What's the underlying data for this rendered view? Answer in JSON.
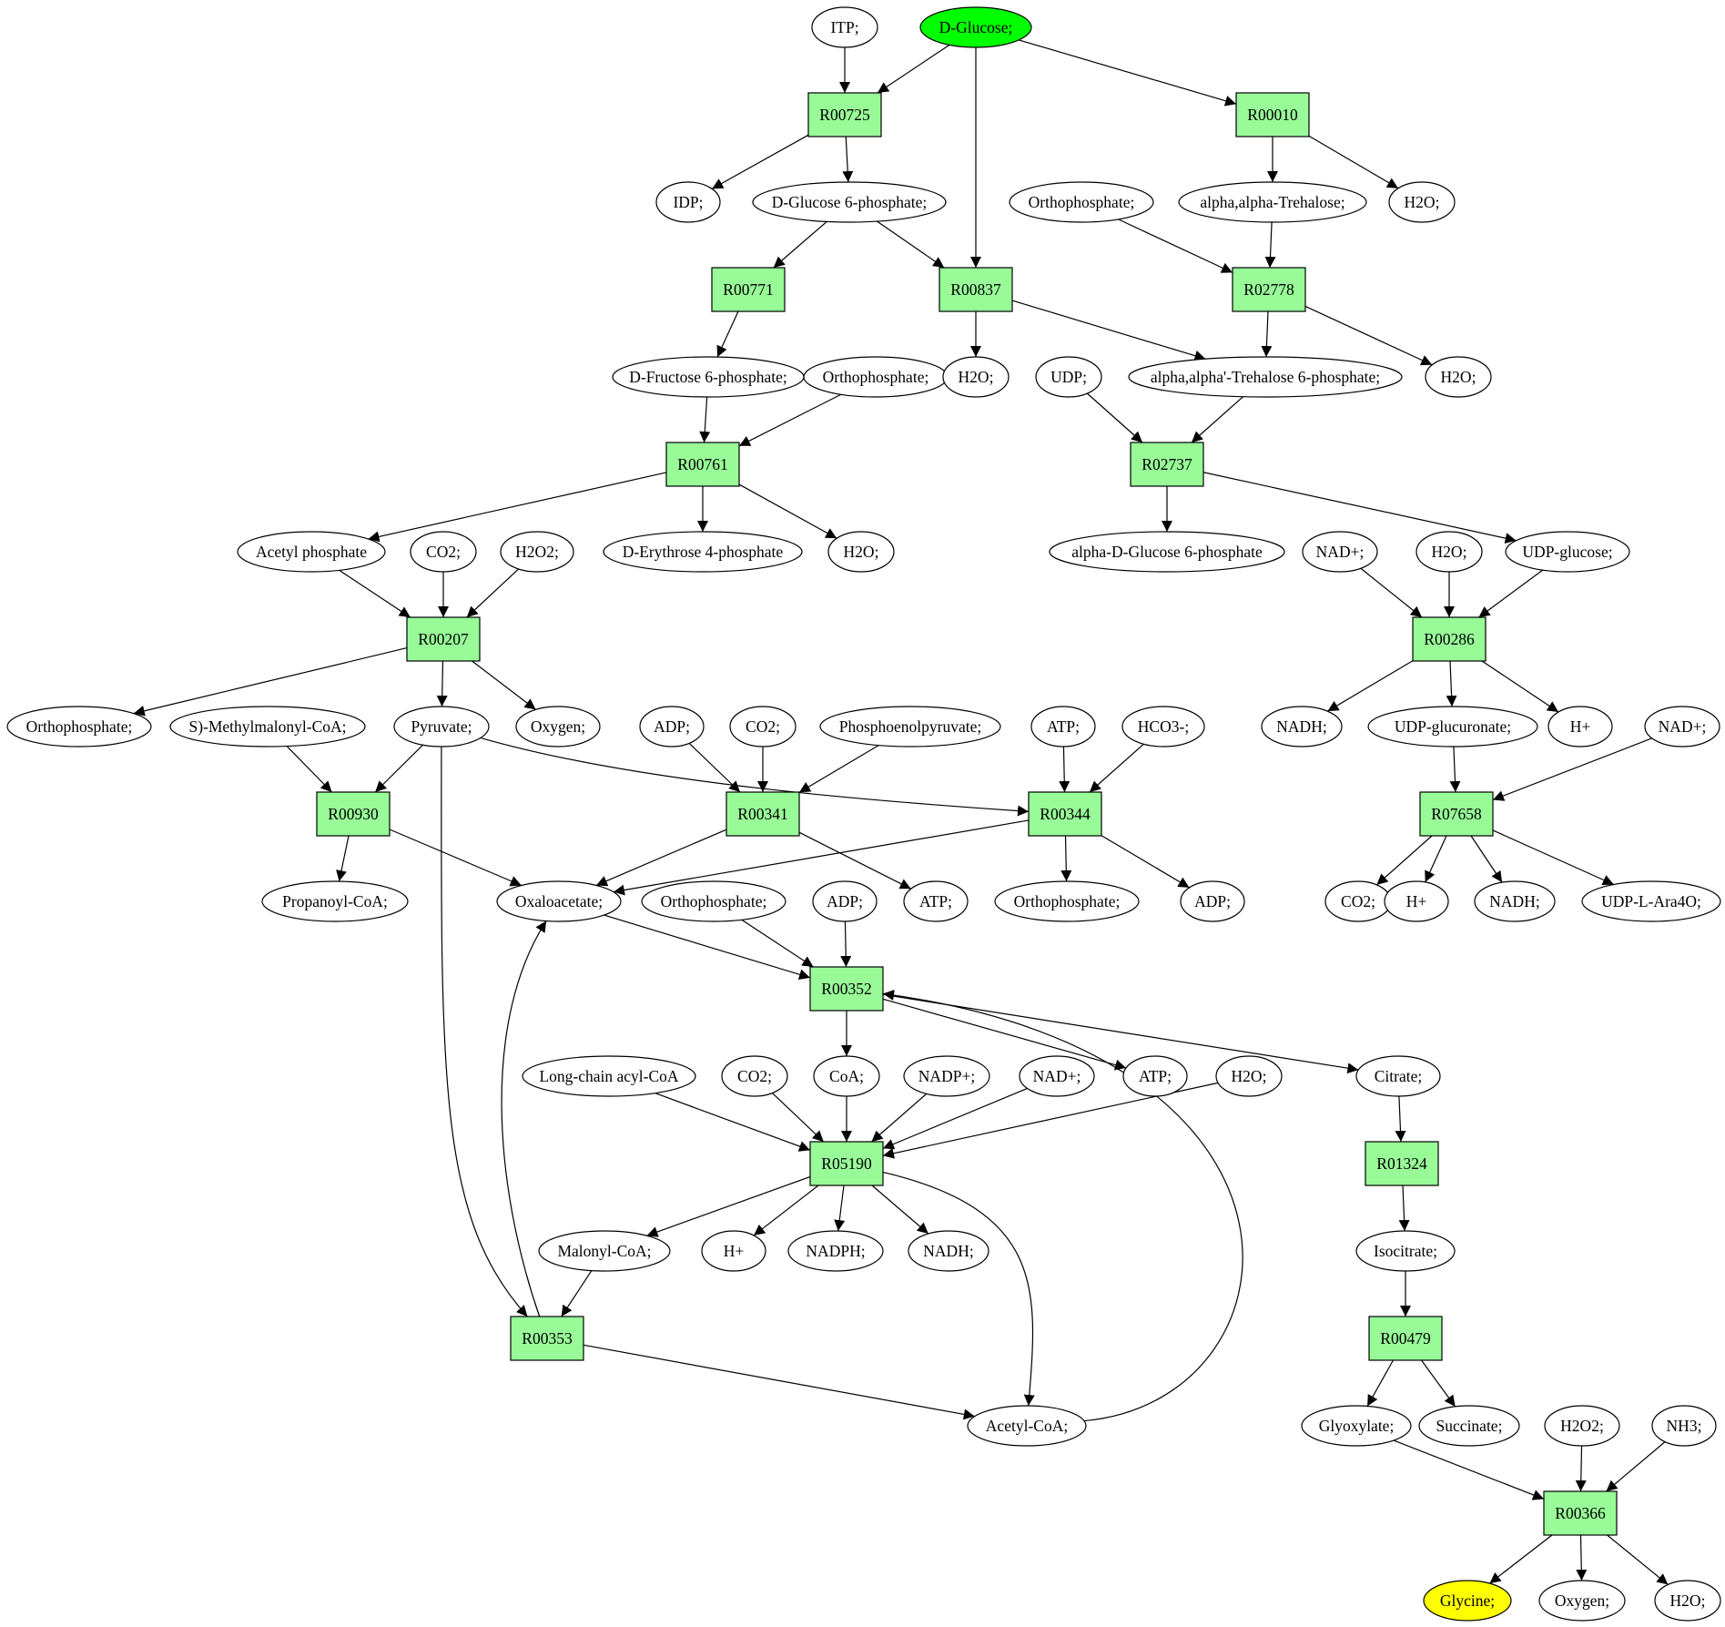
{
  "graph": {
    "nodes": [
      {
        "id": "c_itp",
        "type": "compound",
        "label": "ITP;"
      },
      {
        "id": "c_dglucose",
        "type": "compound",
        "label": "D-Glucose;",
        "highlight": "source"
      },
      {
        "id": "r00725",
        "type": "reaction",
        "label": "R00725"
      },
      {
        "id": "r00010",
        "type": "reaction",
        "label": "R00010"
      },
      {
        "id": "c_idp",
        "type": "compound",
        "label": "IDP;"
      },
      {
        "id": "c_g6p",
        "type": "compound",
        "label": "D-Glucose 6-phosphate;"
      },
      {
        "id": "c_ortho1",
        "type": "compound",
        "label": "Orthophosphate;"
      },
      {
        "id": "c_trehalose",
        "type": "compound",
        "label": "alpha,alpha-Trehalose;"
      },
      {
        "id": "c_h2o_a",
        "type": "compound",
        "label": "H2O;"
      },
      {
        "id": "r00771",
        "type": "reaction",
        "label": "R00771"
      },
      {
        "id": "r00837",
        "type": "reaction",
        "label": "R00837"
      },
      {
        "id": "r02778",
        "type": "reaction",
        "label": "R02778"
      },
      {
        "id": "c_f6p",
        "type": "compound",
        "label": "D-Fructose 6-phosphate;"
      },
      {
        "id": "c_ortho2",
        "type": "compound",
        "label": "Orthophosphate;"
      },
      {
        "id": "c_h2o_b",
        "type": "compound",
        "label": "H2O;"
      },
      {
        "id": "c_udp",
        "type": "compound",
        "label": "UDP;"
      },
      {
        "id": "c_tre6p",
        "type": "compound",
        "label": "alpha,alpha'-Trehalose 6-phosphate;"
      },
      {
        "id": "c_h2o_c",
        "type": "compound",
        "label": "H2O;"
      },
      {
        "id": "r00761",
        "type": "reaction",
        "label": "R00761"
      },
      {
        "id": "r02737",
        "type": "reaction",
        "label": "R02737"
      },
      {
        "id": "c_acp",
        "type": "compound",
        "label": "Acetyl phosphate"
      },
      {
        "id": "c_co2_a",
        "type": "compound",
        "label": "CO2;"
      },
      {
        "id": "c_h2o2_a",
        "type": "compound",
        "label": "H2O2;"
      },
      {
        "id": "c_e4p",
        "type": "compound",
        "label": "D-Erythrose 4-phosphate"
      },
      {
        "id": "c_h2o_d",
        "type": "compound",
        "label": "H2O;"
      },
      {
        "id": "c_adg6p",
        "type": "compound",
        "label": "alpha-D-Glucose 6-phosphate"
      },
      {
        "id": "c_nad_a",
        "type": "compound",
        "label": "NAD+;"
      },
      {
        "id": "c_h2o_e",
        "type": "compound",
        "label": "H2O;"
      },
      {
        "id": "c_udpglc",
        "type": "compound",
        "label": "UDP-glucose;"
      },
      {
        "id": "r00207",
        "type": "reaction",
        "label": "R00207"
      },
      {
        "id": "r00286",
        "type": "reaction",
        "label": "R00286"
      },
      {
        "id": "c_ortho3",
        "type": "compound",
        "label": "Orthophosphate;"
      },
      {
        "id": "c_smmcoa",
        "type": "compound",
        "label": "S)-Methylmalonyl-CoA;"
      },
      {
        "id": "c_pyr",
        "type": "compound",
        "label": "Pyruvate;"
      },
      {
        "id": "c_oxy_a",
        "type": "compound",
        "label": "Oxygen;"
      },
      {
        "id": "c_adp_a",
        "type": "compound",
        "label": "ADP;"
      },
      {
        "id": "c_co2_b",
        "type": "compound",
        "label": "CO2;"
      },
      {
        "id": "c_pep",
        "type": "compound",
        "label": "Phosphoenolpyruvate;"
      },
      {
        "id": "c_atp_a",
        "type": "compound",
        "label": "ATP;"
      },
      {
        "id": "c_hco3",
        "type": "compound",
        "label": "HCO3-;"
      },
      {
        "id": "c_nadh_a",
        "type": "compound",
        "label": "NADH;"
      },
      {
        "id": "c_udpglcua",
        "type": "compound",
        "label": "UDP-glucuronate;"
      },
      {
        "id": "c_hplus_a",
        "type": "compound",
        "label": "H+"
      },
      {
        "id": "c_nad_b",
        "type": "compound",
        "label": "NAD+;"
      },
      {
        "id": "r00930",
        "type": "reaction",
        "label": "R00930"
      },
      {
        "id": "r00341",
        "type": "reaction",
        "label": "R00341"
      },
      {
        "id": "r00344",
        "type": "reaction",
        "label": "R00344"
      },
      {
        "id": "r07658",
        "type": "reaction",
        "label": "R07658"
      },
      {
        "id": "c_propcoa",
        "type": "compound",
        "label": "Propanoyl-CoA;"
      },
      {
        "id": "c_oaa",
        "type": "compound",
        "label": "Oxaloacetate;"
      },
      {
        "id": "c_ortho4",
        "type": "compound",
        "label": "Orthophosphate;"
      },
      {
        "id": "c_adp_b",
        "type": "compound",
        "label": "ADP;"
      },
      {
        "id": "c_atp_b",
        "type": "compound",
        "label": "ATP;"
      },
      {
        "id": "c_ortho5",
        "type": "compound",
        "label": "Orthophosphate;"
      },
      {
        "id": "c_adp_c",
        "type": "compound",
        "label": "ADP;"
      },
      {
        "id": "c_co2_c",
        "type": "compound",
        "label": "CO2;"
      },
      {
        "id": "c_hplus_b",
        "type": "compound",
        "label": "H+"
      },
      {
        "id": "c_nadh_b",
        "type": "compound",
        "label": "NADH;"
      },
      {
        "id": "c_udpara",
        "type": "compound",
        "label": "UDP-L-Ara4O;"
      },
      {
        "id": "r00352",
        "type": "reaction",
        "label": "R00352"
      },
      {
        "id": "c_lcacoa",
        "type": "compound",
        "label": "Long-chain acyl-CoA"
      },
      {
        "id": "c_co2_d",
        "type": "compound",
        "label": "CO2;"
      },
      {
        "id": "c_coa",
        "type": "compound",
        "label": "CoA;"
      },
      {
        "id": "c_nadp",
        "type": "compound",
        "label": "NADP+;"
      },
      {
        "id": "c_nad_c",
        "type": "compound",
        "label": "NAD+;"
      },
      {
        "id": "c_atp_c",
        "type": "compound",
        "label": "ATP;"
      },
      {
        "id": "c_h2o_f",
        "type": "compound",
        "label": "H2O;"
      },
      {
        "id": "c_citrate",
        "type": "compound",
        "label": "Citrate;"
      },
      {
        "id": "r05190",
        "type": "reaction",
        "label": "R05190"
      },
      {
        "id": "r01324",
        "type": "reaction",
        "label": "R01324"
      },
      {
        "id": "c_malcoa",
        "type": "compound",
        "label": "Malonyl-CoA;"
      },
      {
        "id": "c_hplus_c",
        "type": "compound",
        "label": "H+"
      },
      {
        "id": "c_nadph",
        "type": "compound",
        "label": "NADPH;"
      },
      {
        "id": "c_nadh_c",
        "type": "compound",
        "label": "NADH;"
      },
      {
        "id": "c_isocit",
        "type": "compound",
        "label": "Isocitrate;"
      },
      {
        "id": "r00353",
        "type": "reaction",
        "label": "R00353"
      },
      {
        "id": "r00479",
        "type": "reaction",
        "label": "R00479"
      },
      {
        "id": "c_accoa",
        "type": "compound",
        "label": "Acetyl-CoA;"
      },
      {
        "id": "c_glyox",
        "type": "compound",
        "label": "Glyoxylate;"
      },
      {
        "id": "c_succ",
        "type": "compound",
        "label": "Succinate;"
      },
      {
        "id": "c_h2o2_b",
        "type": "compound",
        "label": "H2O2;"
      },
      {
        "id": "c_nh3",
        "type": "compound",
        "label": "NH3;"
      },
      {
        "id": "r00366",
        "type": "reaction",
        "label": "R00366"
      },
      {
        "id": "c_glycine",
        "type": "compound",
        "label": "Glycine;",
        "highlight": "target"
      },
      {
        "id": "c_oxy_b",
        "type": "compound",
        "label": "Oxygen;"
      },
      {
        "id": "c_h2o_g",
        "type": "compound",
        "label": "H2O;"
      }
    ],
    "edges": [
      [
        "c_itp",
        "r00725"
      ],
      [
        "c_dglucose",
        "r00725"
      ],
      [
        "c_dglucose",
        "r00837"
      ],
      [
        "c_dglucose",
        "r00010"
      ],
      [
        "r00725",
        "c_idp"
      ],
      [
        "r00725",
        "c_g6p"
      ],
      [
        "r00010",
        "c_trehalose"
      ],
      [
        "r00010",
        "c_h2o_a"
      ],
      [
        "c_g6p",
        "r00771"
      ],
      [
        "c_g6p",
        "r00837"
      ],
      [
        "c_ortho1",
        "r02778"
      ],
      [
        "c_trehalose",
        "r02778"
      ],
      [
        "r00771",
        "c_f6p"
      ],
      [
        "r00837",
        "c_h2o_b"
      ],
      [
        "r00837",
        "c_tre6p"
      ],
      [
        "r02778",
        "c_tre6p"
      ],
      [
        "r02778",
        "c_h2o_c"
      ],
      [
        "c_f6p",
        "r00761"
      ],
      [
        "c_ortho2",
        "r00761"
      ],
      [
        "c_udp",
        "r02737"
      ],
      [
        "c_tre6p",
        "r02737"
      ],
      [
        "r00761",
        "c_acp"
      ],
      [
        "r00761",
        "c_e4p"
      ],
      [
        "r00761",
        "c_h2o_d"
      ],
      [
        "r02737",
        "c_adg6p"
      ],
      [
        "r02737",
        "c_udpglc"
      ],
      [
        "c_acp",
        "r00207"
      ],
      [
        "c_co2_a",
        "r00207"
      ],
      [
        "c_h2o2_a",
        "r00207"
      ],
      [
        "c_nad_a",
        "r00286"
      ],
      [
        "c_h2o_e",
        "r00286"
      ],
      [
        "c_udpglc",
        "r00286"
      ],
      [
        "r00207",
        "c_ortho3"
      ],
      [
        "r00207",
        "c_pyr"
      ],
      [
        "r00207",
        "c_oxy_a"
      ],
      [
        "r00286",
        "c_nadh_a"
      ],
      [
        "r00286",
        "c_udpglcua"
      ],
      [
        "r00286",
        "c_hplus_a"
      ],
      [
        "c_smmcoa",
        "r00930"
      ],
      [
        "c_pyr",
        "r00930"
      ],
      [
        "c_pyr",
        "r00344"
      ],
      [
        "c_pyr",
        "r00353"
      ],
      [
        "c_adp_a",
        "r00341"
      ],
      [
        "c_co2_b",
        "r00341"
      ],
      [
        "c_pep",
        "r00341"
      ],
      [
        "c_atp_a",
        "r00344"
      ],
      [
        "c_hco3",
        "r00344"
      ],
      [
        "c_udpglcua",
        "r07658"
      ],
      [
        "c_nad_b",
        "r07658"
      ],
      [
        "r00930",
        "c_propcoa"
      ],
      [
        "r00930",
        "c_oaa"
      ],
      [
        "r00341",
        "c_oaa"
      ],
      [
        "r00341",
        "c_atp_b"
      ],
      [
        "r00344",
        "c_oaa"
      ],
      [
        "r00344",
        "c_ortho5"
      ],
      [
        "r00344",
        "c_adp_c"
      ],
      [
        "r07658",
        "c_co2_c"
      ],
      [
        "r07658",
        "c_hplus_b"
      ],
      [
        "r07658",
        "c_nadh_b"
      ],
      [
        "r07658",
        "c_udpara"
      ],
      [
        "c_oaa",
        "r00352"
      ],
      [
        "c_ortho4",
        "r00352"
      ],
      [
        "c_adp_b",
        "r00352"
      ],
      [
        "r00352",
        "c_coa"
      ],
      [
        "r00352",
        "c_atp_c"
      ],
      [
        "r00352",
        "c_citrate"
      ],
      [
        "c_lcacoa",
        "r05190"
      ],
      [
        "c_co2_d",
        "r05190"
      ],
      [
        "c_coa",
        "r05190"
      ],
      [
        "c_nadp",
        "r05190"
      ],
      [
        "c_nad_c",
        "r05190"
      ],
      [
        "c_h2o_f",
        "r05190"
      ],
      [
        "c_citrate",
        "r01324"
      ],
      [
        "r05190",
        "c_malcoa"
      ],
      [
        "r05190",
        "c_hplus_c"
      ],
      [
        "r05190",
        "c_nadph"
      ],
      [
        "r05190",
        "c_nadh_c"
      ],
      [
        "r05190",
        "c_accoa"
      ],
      [
        "r01324",
        "c_isocit"
      ],
      [
        "c_malcoa",
        "r00353"
      ],
      [
        "r00353",
        "c_oaa"
      ],
      [
        "r00353",
        "c_accoa"
      ],
      [
        "c_isocit",
        "r00479"
      ],
      [
        "c_accoa",
        "r00352"
      ],
      [
        "r00479",
        "c_glyox"
      ],
      [
        "r00479",
        "c_succ"
      ],
      [
        "c_glyox",
        "r00366"
      ],
      [
        "c_h2o2_b",
        "r00366"
      ],
      [
        "c_nh3",
        "r00366"
      ],
      [
        "r00366",
        "c_glycine"
      ],
      [
        "r00366",
        "c_oxy_b"
      ],
      [
        "r00366",
        "c_h2o_g"
      ]
    ]
  },
  "colors": {
    "reaction_fill": "#98fb98",
    "source_fill": "#00ff00",
    "target_fill": "#ffff00",
    "compound_fill": "#ffffff",
    "stroke": "#000000"
  }
}
